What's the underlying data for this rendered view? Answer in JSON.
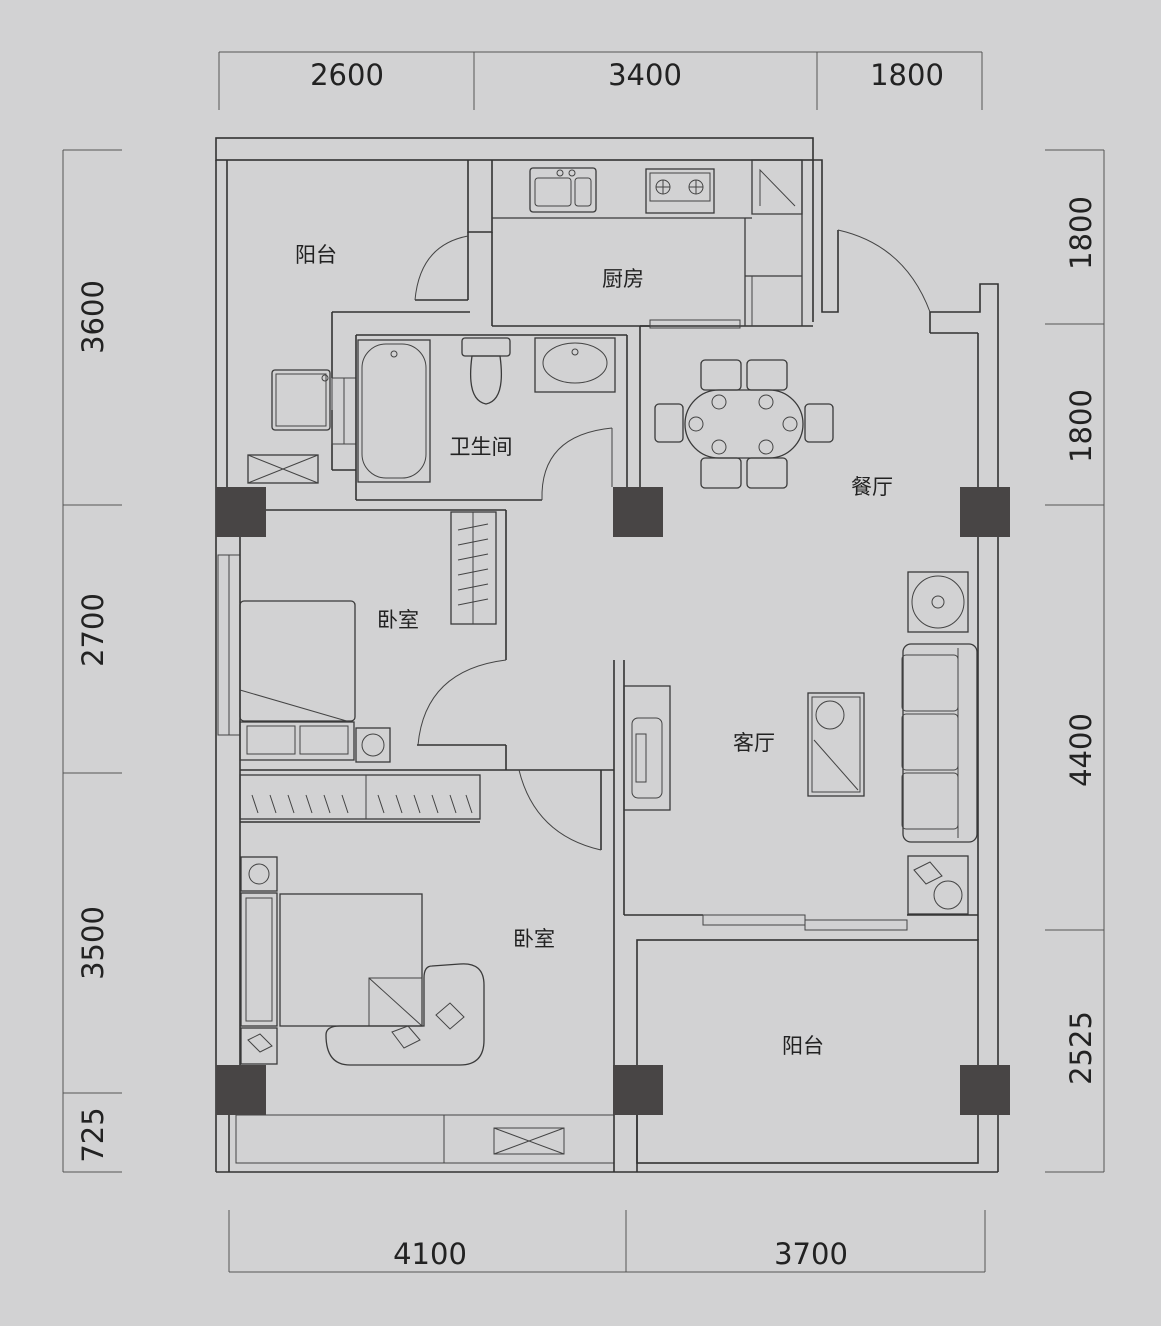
{
  "dimensions": {
    "top": [
      "2600",
      "3400",
      "1800"
    ],
    "bottom": [
      "4100",
      "3700"
    ],
    "left": [
      "3600",
      "2700",
      "3500",
      "725"
    ],
    "right": [
      "1800",
      "1800",
      "4400",
      "2525"
    ]
  },
  "rooms": {
    "balcony_top": "阳台",
    "kitchen": "厨房",
    "bathroom": "卫生间",
    "dining": "餐厅",
    "bedroom_small": "卧室",
    "living": "客厅",
    "bedroom_master": "卧室",
    "balcony_bottom": "阳台"
  },
  "colors": {
    "background": "#d2d2d3",
    "wall": "#333333",
    "column": "#484545"
  }
}
